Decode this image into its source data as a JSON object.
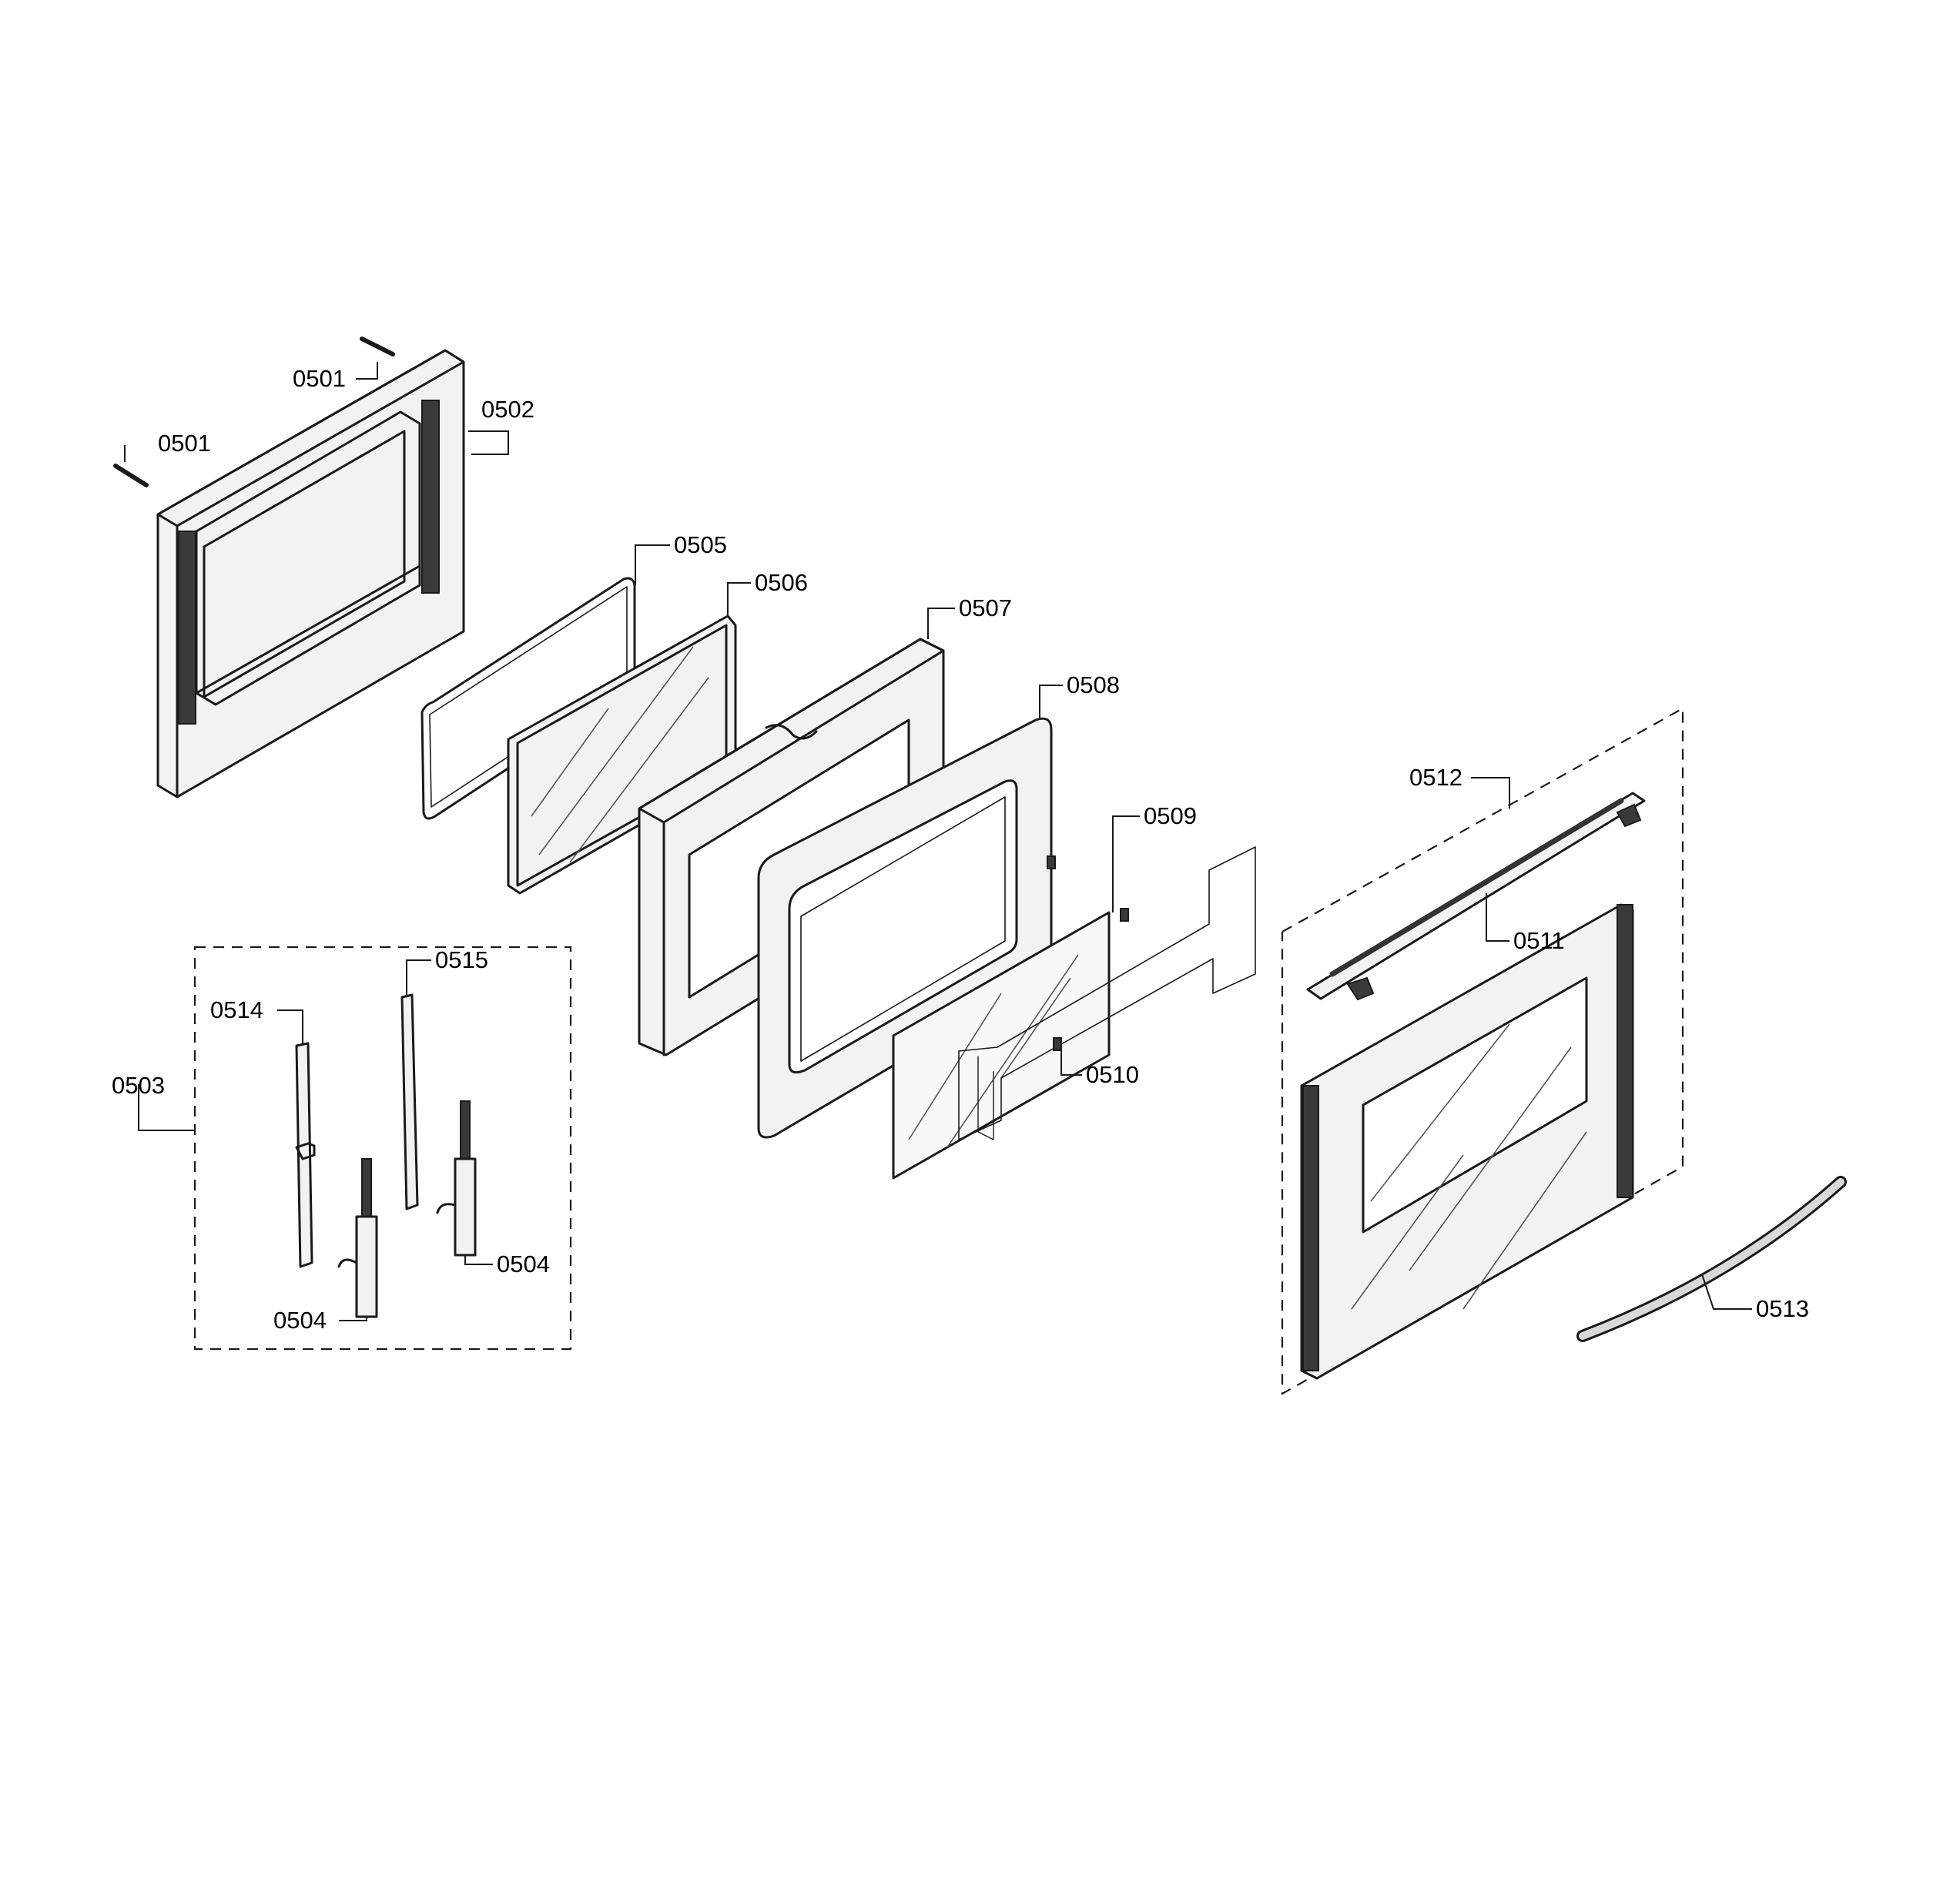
{
  "diagram": {
    "callouts": [
      {
        "id": "c0501a",
        "label": "0501"
      },
      {
        "id": "c0501b",
        "label": "0501"
      },
      {
        "id": "c0502",
        "label": "0502"
      },
      {
        "id": "c0505",
        "label": "0505"
      },
      {
        "id": "c0506",
        "label": "0506"
      },
      {
        "id": "c0507",
        "label": "0507"
      },
      {
        "id": "c0508",
        "label": "0508"
      },
      {
        "id": "c0509",
        "label": "0509"
      },
      {
        "id": "c0510",
        "label": "0510"
      },
      {
        "id": "c0511",
        "label": "0511"
      },
      {
        "id": "c0512",
        "label": "0512"
      },
      {
        "id": "c0513",
        "label": "0513"
      },
      {
        "id": "c0503",
        "label": "0503"
      },
      {
        "id": "c0514",
        "label": "0514"
      },
      {
        "id": "c0515",
        "label": "0515"
      },
      {
        "id": "c0504a",
        "label": "0504"
      },
      {
        "id": "c0504b",
        "label": "0504"
      }
    ]
  }
}
